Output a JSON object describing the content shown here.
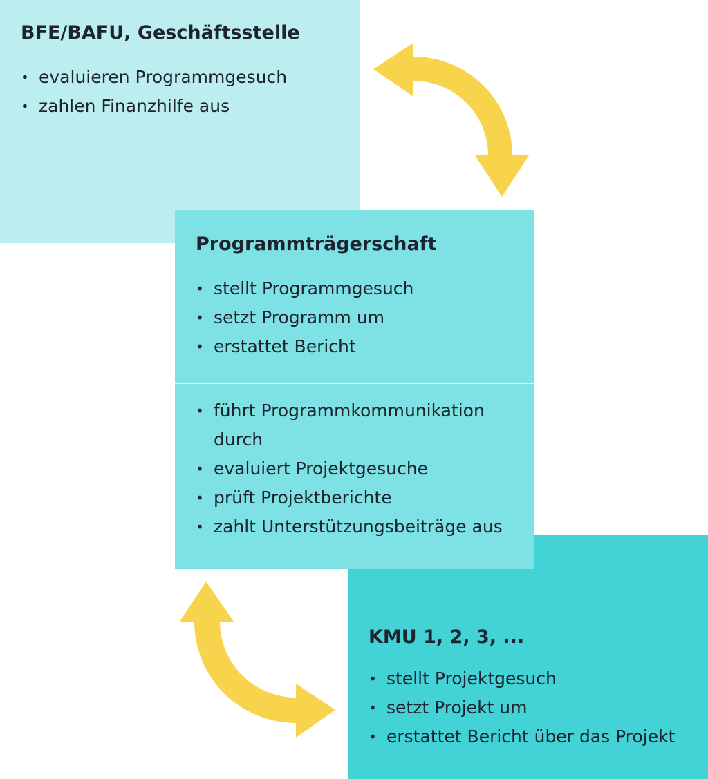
{
  "colors": {
    "top": "#bdeeef",
    "middle": "#7ee1e3",
    "bottom": "#43d3d7",
    "arrow": "#f8d34c"
  },
  "top_box": {
    "title": "BFE/BAFU, Geschäftsstelle",
    "items": [
      "evaluieren Programmgesuch",
      "zahlen Finanzhilfe aus"
    ]
  },
  "middle_box": {
    "title": "Programmträgerschaft",
    "items_top": [
      "stellt Programmgesuch",
      "setzt Programm um",
      "erstattet Bericht"
    ],
    "items_bottom": [
      "führt Programmkommunikation durch",
      "evaluiert Projektgesuche",
      "prüft Projektberichte",
      "zahlt Unterstützungsbeiträge aus"
    ]
  },
  "bottom_box": {
    "title": "KMU 1, 2, 3, ...",
    "items": [
      "stellt Projektgesuch",
      "setzt Projekt um",
      "erstattet Bericht über das Projekt"
    ]
  }
}
